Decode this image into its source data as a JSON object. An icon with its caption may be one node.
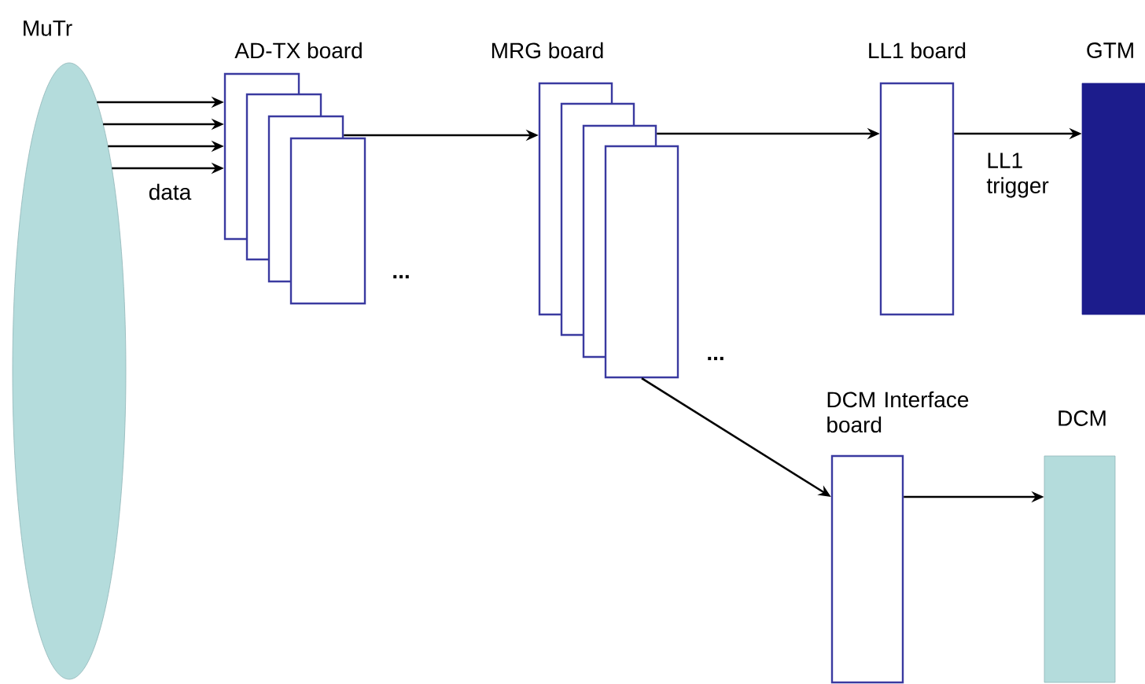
{
  "diagram": {
    "nodes": [
      {
        "text": [
          "MuTr"
        ]
      },
      {
        "text": [
          "AD-TX board"
        ]
      },
      {
        "text": [],
        "shape": "box"
      },
      {
        "text": [],
        "shape": "box"
      },
      {
        "text": [],
        "shape": "box"
      },
      {
        "text": [
          "MRG board"
        ]
      },
      {
        "text": [],
        "shape": "box"
      },
      {
        "text": [],
        "shape": "box"
      },
      {
        "text": [],
        "shape": "box"
      },
      {
        "text": [
          "LL1 board"
        ]
      },
      {
        "text": [
          "GTM"
        ]
      },
      {
        "text": [
          "DCM Interface board"
        ]
      },
      {
        "text": [
          "DCM"
        ]
      }
    ],
    "edges": [
      {
        "from": 0,
        "to": 1,
        "arrow": "to"
      },
      {
        "from": 0,
        "to": 1,
        "arrow": "to"
      },
      {
        "from": 0,
        "to": 1,
        "arrow": "to"
      },
      {
        "from": 0,
        "to": 1,
        "arrow": "to",
        "label": "data"
      },
      {
        "from": 3,
        "to": 5,
        "arrow": "to"
      },
      {
        "from": 7,
        "to": 9,
        "arrow": "to"
      },
      {
        "from": 9,
        "to": 10,
        "arrow": "to",
        "label": "LL1 trigger"
      },
      {
        "from": 8,
        "to": 11,
        "arrow": "to"
      },
      {
        "from": 11,
        "to": 12,
        "arrow": "to"
      }
    ],
    "labels": [
      "...",
      "..."
    ]
  }
}
